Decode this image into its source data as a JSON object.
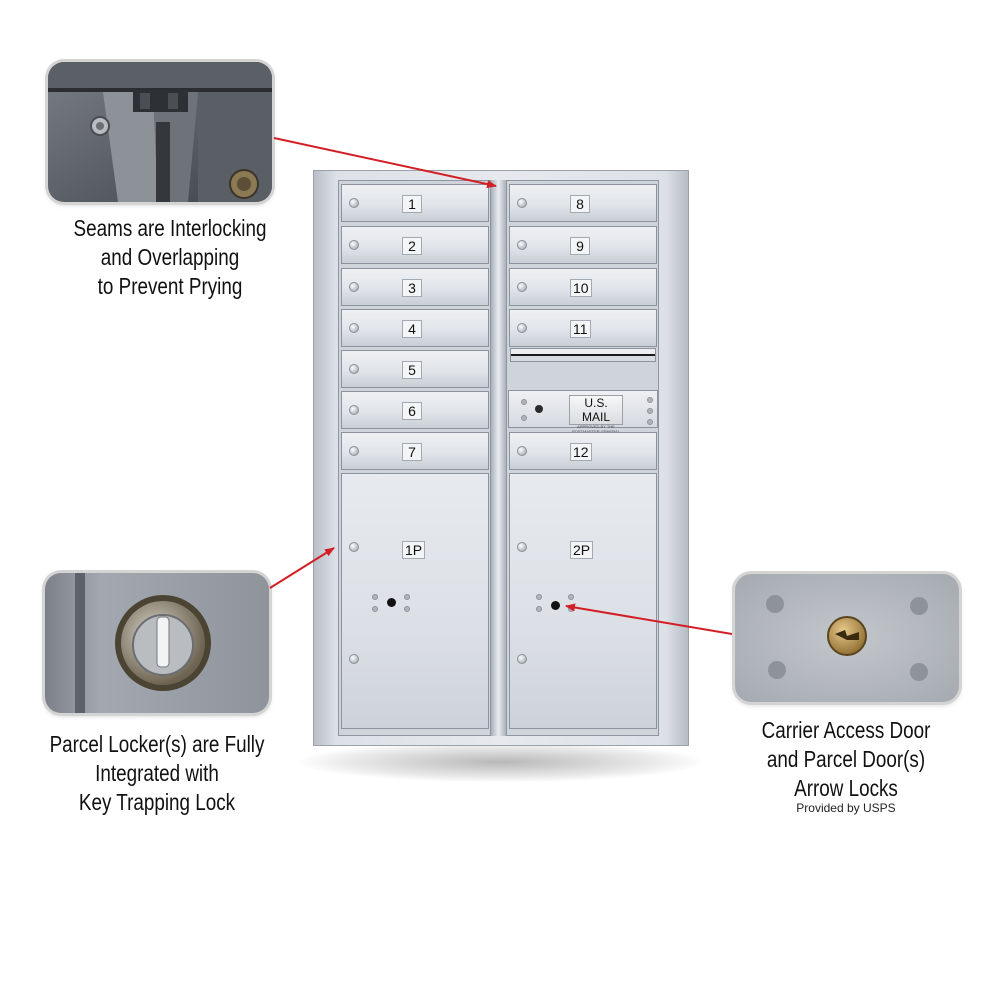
{
  "callouts": {
    "seams": {
      "lines": [
        "Seams are Interlocking",
        "and Overlapping",
        "to Prevent Prying"
      ]
    },
    "parcel_lock": {
      "lines": [
        "Parcel Locker(s) are Fully",
        "Integrated with",
        "Key Trapping Lock"
      ]
    },
    "arrow_locks": {
      "lines": [
        "Carrier Access Door",
        "and Parcel Door(s)",
        "Arrow Locks"
      ],
      "note": "Provided by USPS"
    }
  },
  "mailbox": {
    "left_doors": [
      "1",
      "2",
      "3",
      "4",
      "5",
      "6",
      "7"
    ],
    "right_doors": [
      "8",
      "9",
      "10",
      "11"
    ],
    "right_lower_door": "12",
    "usps_plate": {
      "title": "U.S. MAIL",
      "fine_print": "APPROVED BY THE POSTMASTER GENERAL"
    },
    "parcel_doors": [
      "1P",
      "2P"
    ]
  },
  "colors": {
    "arrow": "#d21f26",
    "cabinet": "#dde1e7"
  }
}
